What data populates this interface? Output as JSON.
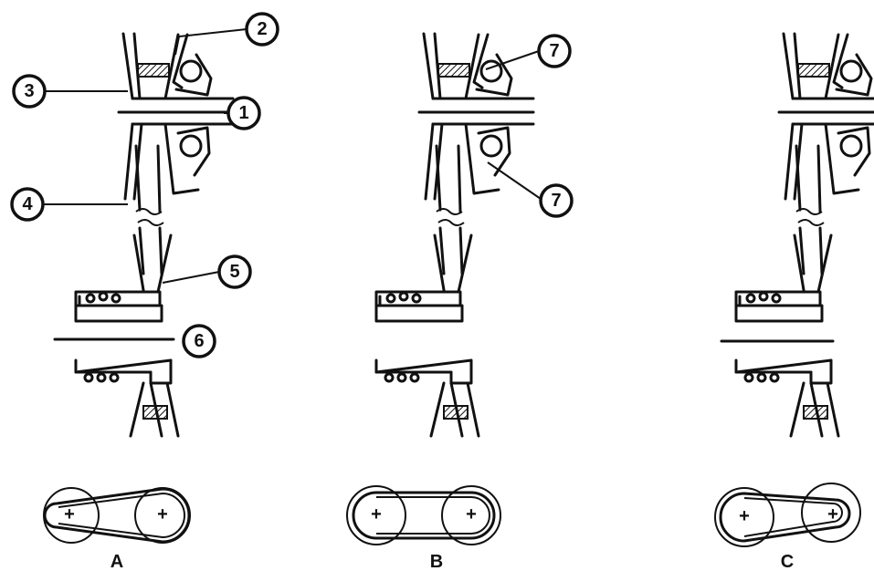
{
  "panels": [
    {
      "id": "A",
      "label": "A"
    },
    {
      "id": "B",
      "label": "B"
    },
    {
      "id": "C",
      "label": "C"
    }
  ],
  "callouts": [
    {
      "id": "c1",
      "panel": "A",
      "label": "1"
    },
    {
      "id": "c2",
      "panel": "A",
      "label": "2"
    },
    {
      "id": "c3",
      "panel": "A",
      "label": "3"
    },
    {
      "id": "c4",
      "panel": "A",
      "label": "4"
    },
    {
      "id": "c5",
      "panel": "A",
      "label": "5"
    },
    {
      "id": "c6",
      "panel": "A",
      "label": "6"
    },
    {
      "id": "c7a",
      "panel": "B",
      "label": "7"
    },
    {
      "id": "c7b",
      "panel": "B",
      "label": "7"
    }
  ],
  "pulley_mark": "+",
  "colors": {
    "ink": "#111111",
    "background": "#ffffff"
  }
}
